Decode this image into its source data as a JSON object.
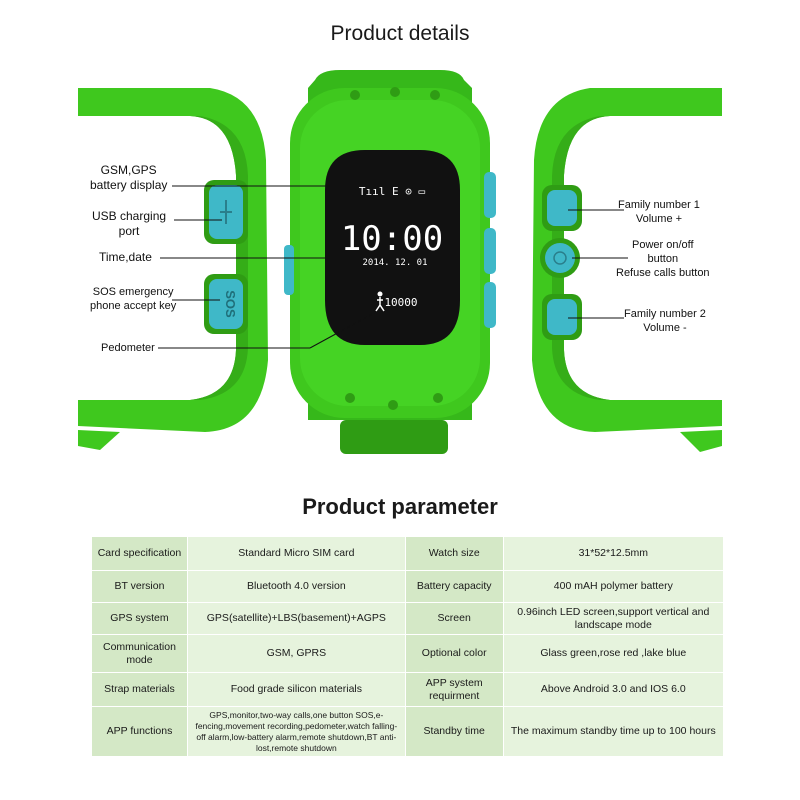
{
  "titles": {
    "details": "Product details",
    "parameter": "Product parameter"
  },
  "callouts": {
    "gsm_gps": "GSM,GPS\nbattery display",
    "usb": "USB charging\nport",
    "time_date": "Time,date",
    "sos": "SOS emergency\nphone accept key",
    "pedometer": "Pedometer",
    "family1": "Family number 1\nVolume +",
    "power": "Power on/off\nbutton\nRefuse calls button",
    "family2": "Family number 2\nVolume -"
  },
  "screen": {
    "status": "Tııl E ⊙ ▭",
    "time": "10:00",
    "date": "2014. 12. 01",
    "steps": "10000"
  },
  "sos_key_label": "SOS",
  "colors": {
    "strap_green": "#3fc81e",
    "strap_dark": "#2f9c14",
    "button_blue": "#3fb8c8",
    "table_bg": "#e2f1d8"
  },
  "table": {
    "rows": [
      {
        "k1": "Card specification",
        "v1": "Standard Micro SIM card",
        "k2": "Watch size",
        "v2": "31*52*12.5mm"
      },
      {
        "k1": "BT version",
        "v1": "Bluetooth 4.0 version",
        "k2": "Battery capacity",
        "v2": "400 mAH polymer battery"
      },
      {
        "k1": "GPS system",
        "v1": "GPS(satellite)+LBS(basement)+AGPS",
        "k2": "Screen",
        "v2": "0.96inch LED screen,support vertical and landscape mode"
      },
      {
        "k1": "Communication mode",
        "v1": "GSM,  GPRS",
        "k2": "Optional color",
        "v2": "Glass green,rose red ,lake blue"
      },
      {
        "k1": "Strap materials",
        "v1": "Food grade silicon materials",
        "k2": "APP system requirment",
        "v2": "Above Android 3.0 and IOS 6.0"
      },
      {
        "k1": "APP functions",
        "v1": "GPS,monitor,two-way calls,one button SOS,e-fencing,movement recording,pedometer,watch falling-off  alarm,low-battery alarm,remote shutdown,BT anti-lost,remote shutdown",
        "k2": "Standby time",
        "v2": "The maximum standby time up to 100 hours"
      }
    ]
  }
}
